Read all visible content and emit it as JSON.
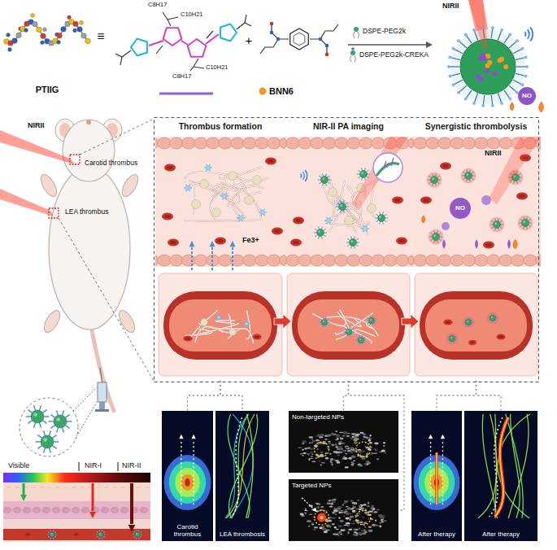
{
  "diagram": {
    "nodes": [
      {
        "text": [
          "Thrombus formation"
        ]
      },
      {
        "text": [
          "NIR-II PA imaging"
        ]
      },
      {
        "text": [
          "Synergistic thrombolysis"
        ]
      },
      {
        "text": [
          "Carotid thrombus"
        ]
      },
      {
        "text": [
          "LEA thrombosis"
        ]
      },
      {
        "text": [
          "Non-targeted NPs"
        ]
      },
      {
        "text": [
          "Targeted NPs"
        ]
      },
      {
        "text": [
          "After therapy"
        ]
      },
      {
        "text": [
          "After therapy"
        ]
      },
      {
        "text": [
          "Visible",
          "NIR-I",
          "NIR-II"
        ]
      }
    ],
    "edges": [
      {
        "from": 0,
        "to": 3,
        "arrow": "none"
      },
      {
        "from": 0,
        "to": 4,
        "arrow": "none"
      },
      {
        "from": 1,
        "to": 5,
        "arrow": "none"
      },
      {
        "from": 1,
        "to": 6,
        "arrow": "none"
      },
      {
        "from": 2,
        "to": 7,
        "arrow": "none"
      },
      {
        "from": 2,
        "to": 8,
        "arrow": "none"
      }
    ],
    "labels": [
      "PTIIG",
      "≡",
      "C8H17",
      "C10H21",
      "C10H21",
      "C8H17",
      "+",
      "BNN6",
      "DSPE-PEG2k",
      "DSPE-PEG2k-CREKA",
      "NIRII",
      "NO",
      "NIRII",
      "Carotid thrombus",
      "LEA thrombus",
      "Fe3+",
      "NIRII",
      "NO"
    ]
  }
}
